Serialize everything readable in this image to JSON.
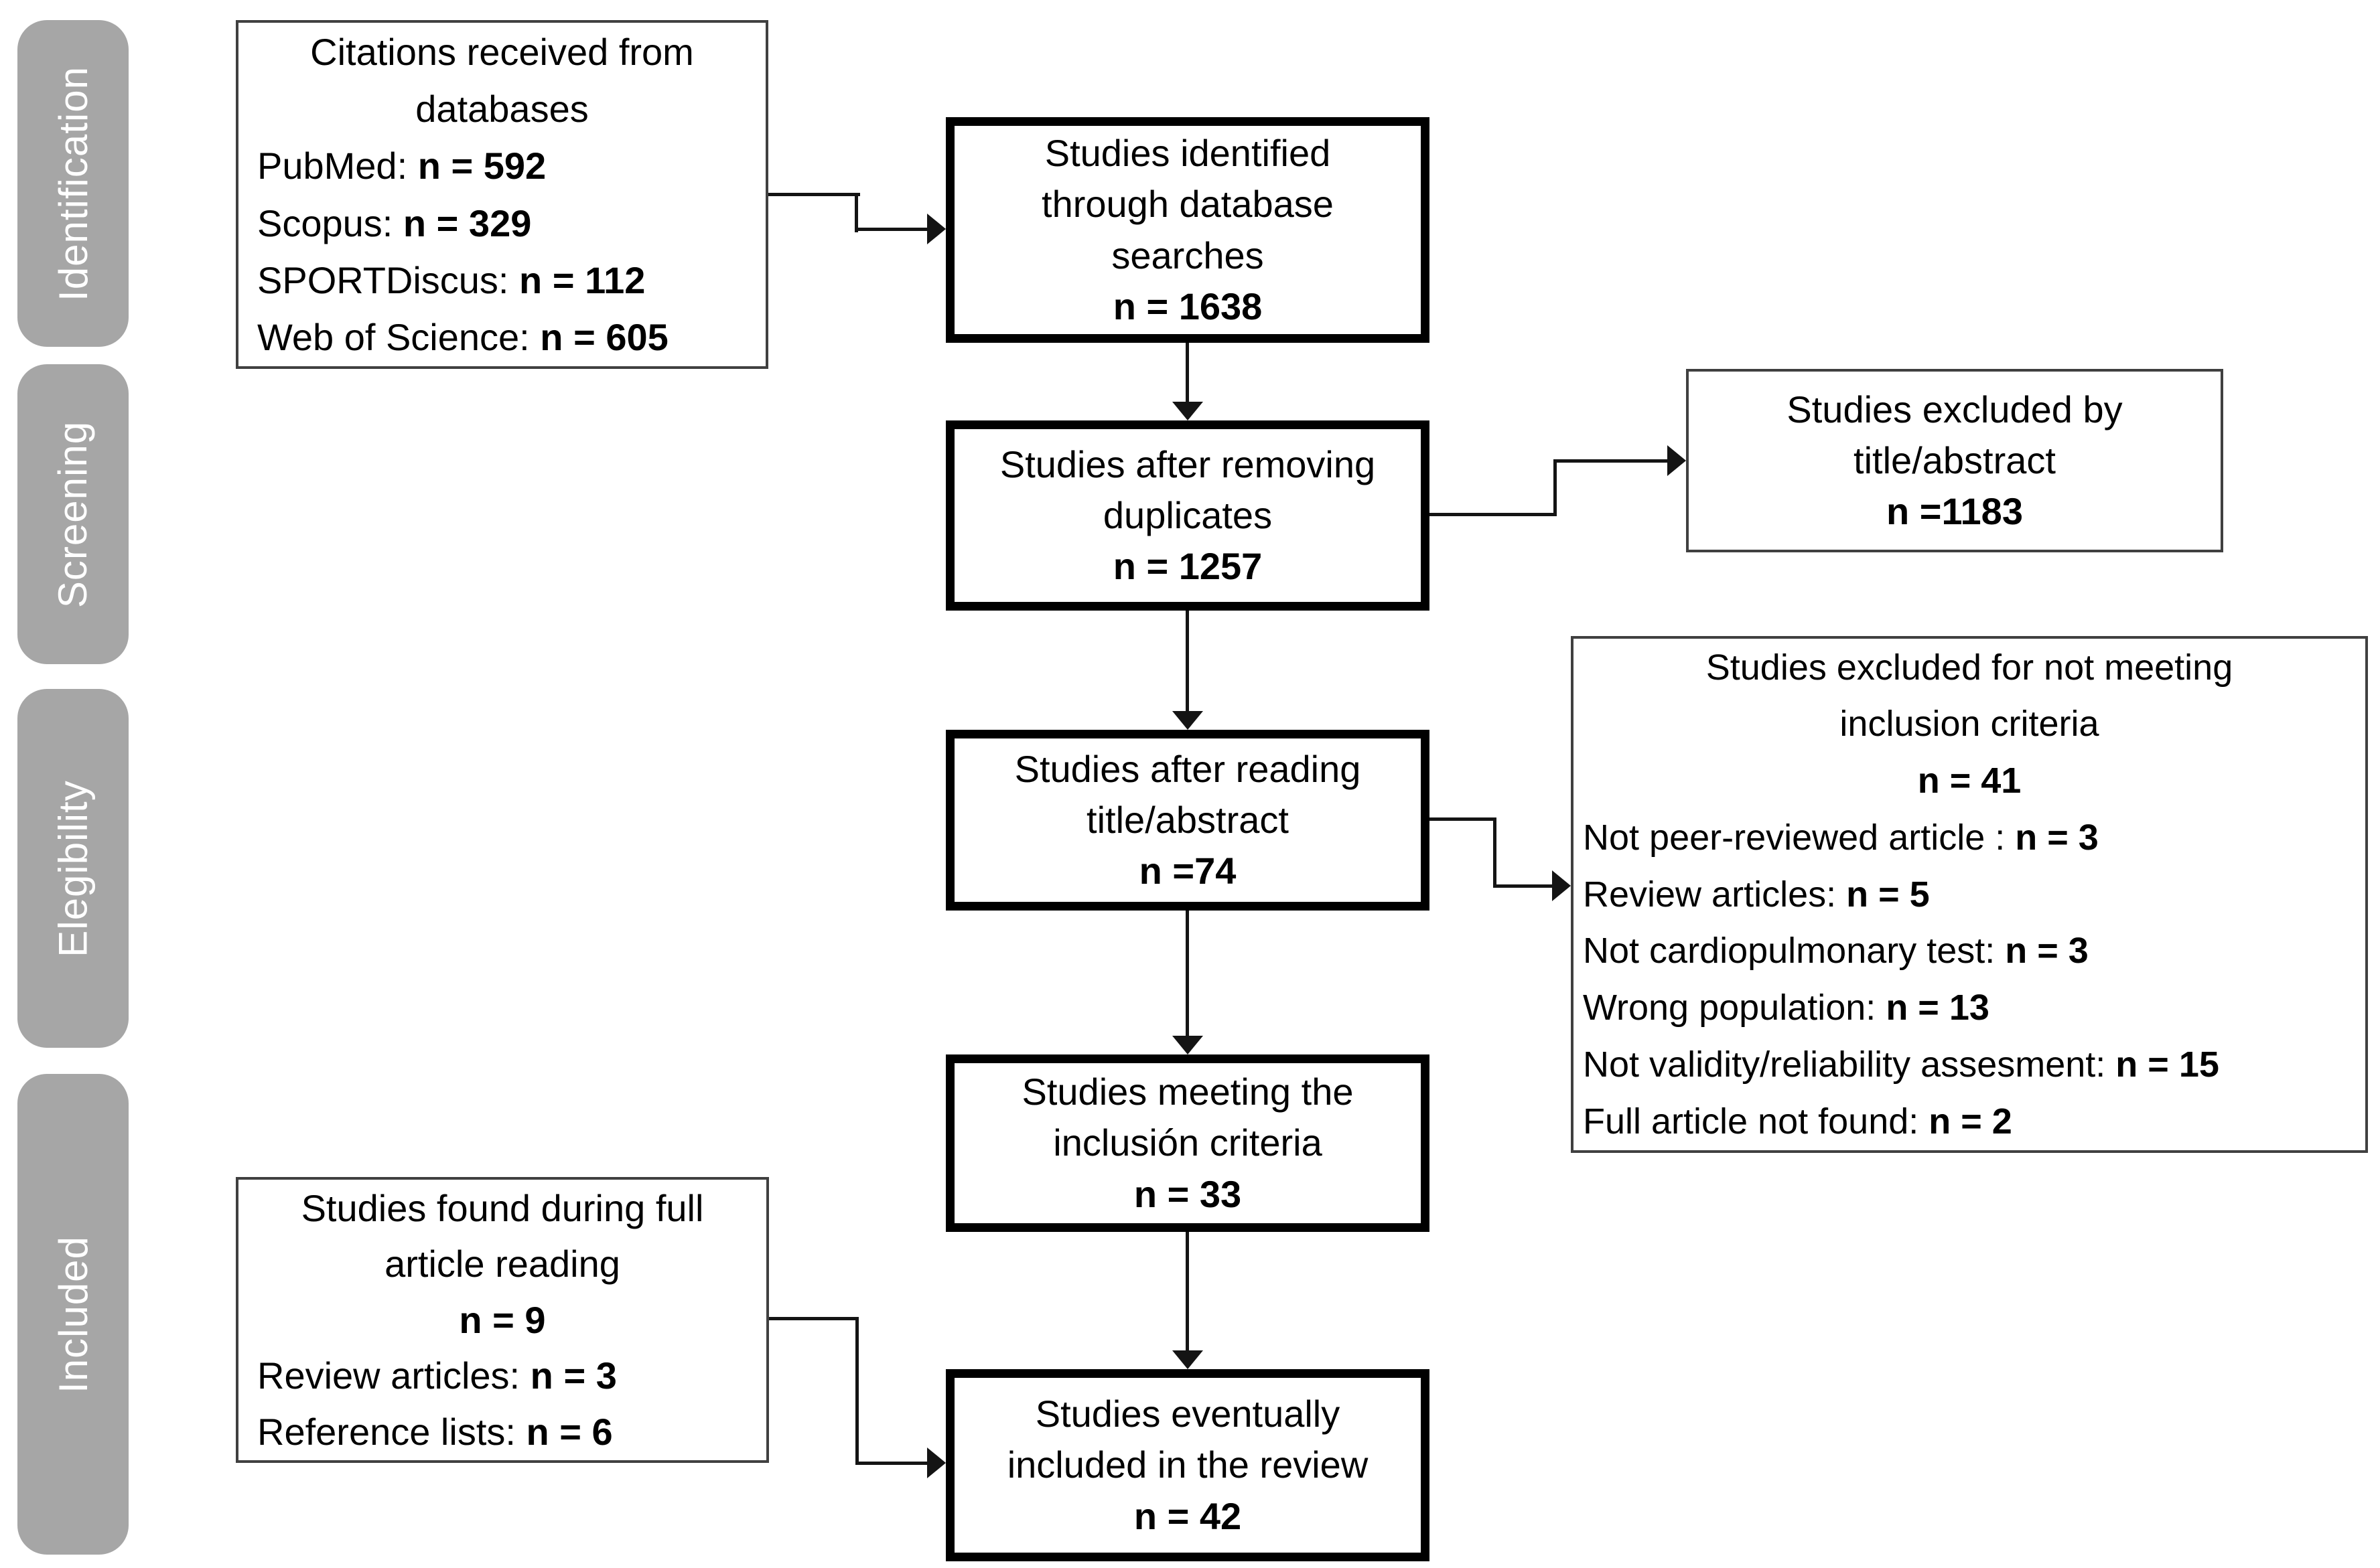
{
  "palette": {
    "stage_bg": "#a6a6a6",
    "stage_text": "#ffffff",
    "line_color": "#141414",
    "thick_border": "#000000",
    "thin_border": "#404040",
    "box_bg": "#ffffff",
    "page_bg": "#ffffff"
  },
  "stages": [
    {
      "label": "Identification"
    },
    {
      "label": "Screening"
    },
    {
      "label": "Elegibility"
    },
    {
      "label": "Included"
    }
  ],
  "boxes": {
    "citations": {
      "border": "thin",
      "lines": [
        {
          "align": "center",
          "segments": [
            {
              "text": "Citations received from",
              "bold": false
            }
          ]
        },
        {
          "align": "center",
          "segments": [
            {
              "text": "databases",
              "bold": false
            }
          ]
        },
        {
          "align": "left",
          "segments": [
            {
              "text": "PubMed: ",
              "bold": false
            },
            {
              "text": "n = 592",
              "bold": true
            }
          ]
        },
        {
          "align": "left",
          "segments": [
            {
              "text": "Scopus: ",
              "bold": false
            },
            {
              "text": "n = 329",
              "bold": true
            }
          ]
        },
        {
          "align": "left",
          "segments": [
            {
              "text": "SPORTDiscus: ",
              "bold": false
            },
            {
              "text": "n = 112",
              "bold": true
            }
          ]
        },
        {
          "align": "left",
          "segments": [
            {
              "text": "Web of Science: ",
              "bold": false
            },
            {
              "text": "n = 605",
              "bold": true
            }
          ]
        }
      ]
    },
    "identified": {
      "border": "thick",
      "lines": [
        {
          "align": "center",
          "segments": [
            {
              "text": "Studies identified",
              "bold": false
            }
          ]
        },
        {
          "align": "center",
          "segments": [
            {
              "text": "through database",
              "bold": false
            }
          ]
        },
        {
          "align": "center",
          "segments": [
            {
              "text": "searches",
              "bold": false
            }
          ]
        },
        {
          "align": "center",
          "segments": [
            {
              "text": "n = 1638",
              "bold": true
            }
          ]
        }
      ]
    },
    "deduplicated": {
      "border": "thick",
      "lines": [
        {
          "align": "center",
          "segments": [
            {
              "text": "Studies after removing",
              "bold": false
            }
          ]
        },
        {
          "align": "center",
          "segments": [
            {
              "text": "duplicates",
              "bold": false
            }
          ]
        },
        {
          "align": "center",
          "segments": [
            {
              "text": "n = 1257",
              "bold": true
            }
          ]
        }
      ]
    },
    "excluded_title_abstract": {
      "border": "thin",
      "lines": [
        {
          "align": "center",
          "segments": [
            {
              "text": "Studies excluded by",
              "bold": false
            }
          ]
        },
        {
          "align": "center",
          "segments": [
            {
              "text": "title/abstract",
              "bold": false
            }
          ]
        },
        {
          "align": "center",
          "segments": [
            {
              "text": "n =1183",
              "bold": true
            }
          ]
        }
      ]
    },
    "after_reading": {
      "border": "thick",
      "lines": [
        {
          "align": "center",
          "segments": [
            {
              "text": "Studies after reading",
              "bold": false
            }
          ]
        },
        {
          "align": "center",
          "segments": [
            {
              "text": "title/abstract",
              "bold": false
            }
          ]
        },
        {
          "align": "center",
          "segments": [
            {
              "text": "n =74",
              "bold": true
            }
          ]
        }
      ]
    },
    "excluded_criteria": {
      "border": "thin",
      "lines": [
        {
          "align": "center",
          "segments": [
            {
              "text": "Studies excluded for not meeting",
              "bold": false
            }
          ]
        },
        {
          "align": "center",
          "segments": [
            {
              "text": "inclusion criteria",
              "bold": false
            }
          ]
        },
        {
          "align": "center",
          "segments": [
            {
              "text": "n = 41",
              "bold": true
            }
          ]
        },
        {
          "align": "left",
          "segments": [
            {
              "text": "Not peer-reviewed article : ",
              "bold": false
            },
            {
              "text": "n = 3",
              "bold": true
            }
          ]
        },
        {
          "align": "left",
          "segments": [
            {
              "text": "Review articles: ",
              "bold": false
            },
            {
              "text": "n = 5",
              "bold": true
            }
          ]
        },
        {
          "align": "left",
          "segments": [
            {
              "text": "Not cardiopulmonary test: ",
              "bold": false
            },
            {
              "text": "n = 3",
              "bold": true
            }
          ]
        },
        {
          "align": "left",
          "segments": [
            {
              "text": "Wrong population: ",
              "bold": false
            },
            {
              "text": "n = 13",
              "bold": true
            }
          ]
        },
        {
          "align": "left",
          "segments": [
            {
              "text": "Not validity/reliability assesment: ",
              "bold": false
            },
            {
              "text": "n = 15",
              "bold": true
            }
          ]
        },
        {
          "align": "left",
          "segments": [
            {
              "text": "Full article not found: ",
              "bold": false
            },
            {
              "text": "n = 2",
              "bold": true
            }
          ]
        }
      ]
    },
    "meeting_criteria": {
      "border": "thick",
      "lines": [
        {
          "align": "center",
          "segments": [
            {
              "text": "Studies meeting the",
              "bold": false
            }
          ]
        },
        {
          "align": "center",
          "segments": [
            {
              "text": "inclusión criteria",
              "bold": false
            }
          ]
        },
        {
          "align": "center",
          "segments": [
            {
              "text": "n = 33",
              "bold": true
            }
          ]
        }
      ]
    },
    "found_full_reading": {
      "border": "thin",
      "lines": [
        {
          "align": "center",
          "segments": [
            {
              "text": "Studies found during full",
              "bold": false
            }
          ]
        },
        {
          "align": "center",
          "segments": [
            {
              "text": "article reading",
              "bold": false
            }
          ]
        },
        {
          "align": "center",
          "segments": [
            {
              "text": "n = 9",
              "bold": true
            }
          ]
        },
        {
          "align": "left",
          "segments": [
            {
              "text": "Review articles: ",
              "bold": false
            },
            {
              "text": "n = 3",
              "bold": true
            }
          ]
        },
        {
          "align": "left",
          "segments": [
            {
              "text": "Reference lists: ",
              "bold": false
            },
            {
              "text": "n = 6",
              "bold": true
            }
          ]
        }
      ]
    },
    "included_review": {
      "border": "thick",
      "lines": [
        {
          "align": "center",
          "segments": [
            {
              "text": "Studies eventually",
              "bold": false
            }
          ]
        },
        {
          "align": "center",
          "segments": [
            {
              "text": "included in the review",
              "bold": false
            }
          ]
        },
        {
          "align": "center",
          "segments": [
            {
              "text": "n = 42",
              "bold": true
            }
          ]
        }
      ]
    }
  }
}
